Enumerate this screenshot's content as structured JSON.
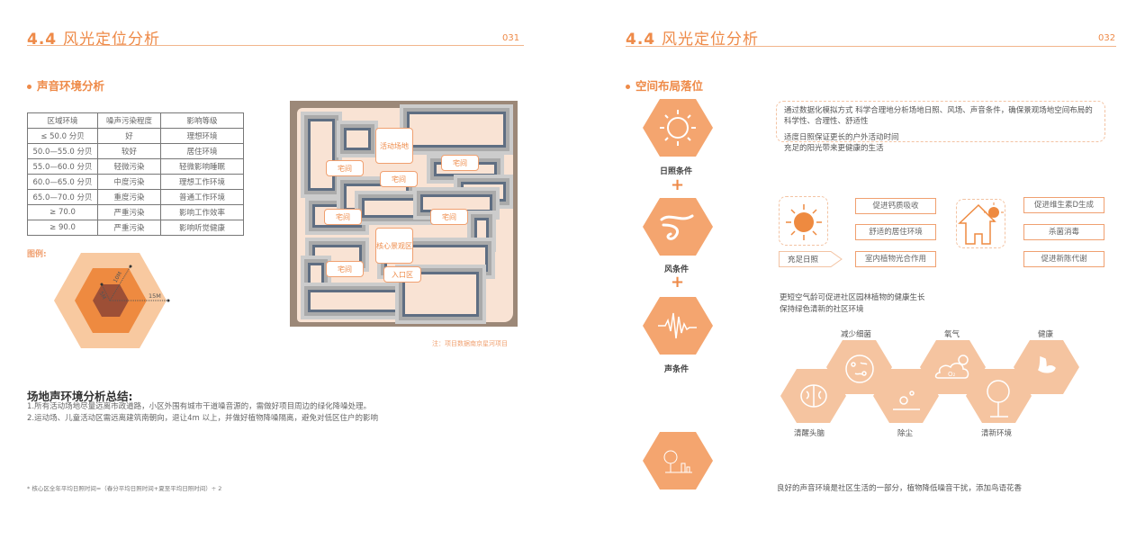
{
  "left": {
    "title_num": "4.4",
    "title": "风光定位分析",
    "page": "031",
    "section": "声音环境分析",
    "table": {
      "headers": [
        "区域环境",
        "噪声污染程度",
        "影响等级"
      ],
      "rows": [
        [
          "≤ 50.0 分贝",
          "好",
          "理想环境"
        ],
        [
          "50.0—55.0 分贝",
          "较好",
          "居住环境"
        ],
        [
          "55.0—60.0 分贝",
          "轻微污染",
          "轻微影响睡眠"
        ],
        [
          "60.0—65.0 分贝",
          "中度污染",
          "理想工作环境"
        ],
        [
          "65.0—70.0 分贝",
          "重度污染",
          "普通工作环境"
        ],
        [
          "≥ 70.0",
          "严重污染",
          "影响工作效率"
        ],
        [
          "≥ 90.0",
          "严重污染",
          "影响听觉健康"
        ]
      ]
    },
    "legend_label": "图例:",
    "legend_marks": [
      "5M",
      "10M",
      "15M"
    ],
    "map_zones": [
      "活动场地",
      "宅间",
      "宅间",
      "宅间",
      "宅间",
      "宅间",
      "核心景观区",
      "宅间",
      "入口区"
    ],
    "map_note": "注：项目数据南京星河项目",
    "summary_title": "场地声环境分析总结:",
    "summary_lines": [
      "1.所有活动场地尽量远离市政道路，小区外围有城市干道噪音源的，需做好项目周边的绿化降噪处理。",
      "2.运动场、儿童活动区需远离建筑南朝向，退让4m 以上，并做好植物降噪隔离，避免对低区住户的影响"
    ],
    "footnote": "* 核心区全年平均日照时间=（春分平均日照时间+夏至平均日照时间）÷ 2"
  },
  "right": {
    "title_num": "4.4",
    "title": "风光定位分析",
    "page": "032",
    "section": "空间布局落位",
    "conditions": [
      "日照条件",
      "风条件",
      "声条件"
    ],
    "plus": "+",
    "intro": [
      "通过数据化模拟方式 科学合理地分析场地日照、风场、声音条件，确保景观场地空间布局的科学性、合理性、舒适性",
      "适度日照保证更长的户外活动时间",
      "充足的阳光带来更健康的生活"
    ],
    "sun_label": "充足日照",
    "benefits_mid": [
      "促进钙质吸收",
      "舒适的居住环境",
      "室内植物光合作用"
    ],
    "benefits_right": [
      "促进维生素D生成",
      "杀菌消毒",
      "促进新陈代谢"
    ],
    "air_text": [
      "更短空气龄可促进社区园林植物的健康生长",
      "保持绿色清新的社区环境"
    ],
    "hex_top": [
      "减少细菌",
      "氧气",
      "健康"
    ],
    "hex_bottom": [
      "清醒头脑",
      "除尘",
      "清新环境"
    ],
    "bottom_text": "良好的声音环境是社区生活的一部分，植物降低噪音干扰，添加鸟语花香"
  },
  "colors": {
    "accent": "#ee8a48",
    "hex": "#f4a56f",
    "hex_light": "#f5c4a0",
    "map_bg": "#9c8878"
  }
}
